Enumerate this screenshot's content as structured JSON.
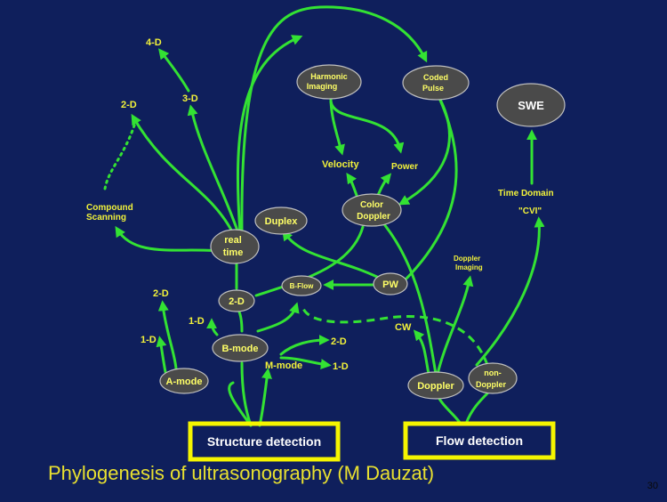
{
  "boxes": {
    "structure": "Structure detection",
    "flow": "Flow detection"
  },
  "nodes": {
    "harmonic_1": "Harmonic",
    "harmonic_2": "Imaging",
    "coded_1": "Coded",
    "coded_2": "Pulse",
    "swe": "SWE",
    "color_1": "Color",
    "color_2": "Doppler",
    "duplex": "Duplex",
    "realtime_1": "real",
    "realtime_2": "time",
    "twod": "2-D",
    "bflow": "B-Flow",
    "pw": "PW",
    "bmode": "B-mode",
    "amode": "A-mode",
    "doppler": "Doppler",
    "nondoppler_1": "non-",
    "nondoppler_2": "Doppler"
  },
  "labels": {
    "fourd": "4-D",
    "threed": "3-D",
    "twod_top": "2-D",
    "compound_1": "Compound",
    "compound_2": "Scanning",
    "velocity": "Velocity",
    "power": "Power",
    "timedomain": "Time Domain",
    "cvi": "\"CVI\"",
    "doppler_img_1": "Doppler",
    "doppler_img_2": "Imaging",
    "cw": "CW",
    "twod_left": "2-D",
    "oned_left": "1-D",
    "oned_mid": "1-D",
    "mmode": "M-mode",
    "twod_mmode": "2-D",
    "oned_mmode": "1-D"
  },
  "caption": "Phylogenesis of ultrasonography (M Dauzat)",
  "page_number": "30",
  "colors": {
    "background": "#0f1f5c",
    "arrow": "#33e233",
    "label": "#f2f23a",
    "box_border": "#f5f500",
    "node_fill": "#4a4a4a"
  }
}
